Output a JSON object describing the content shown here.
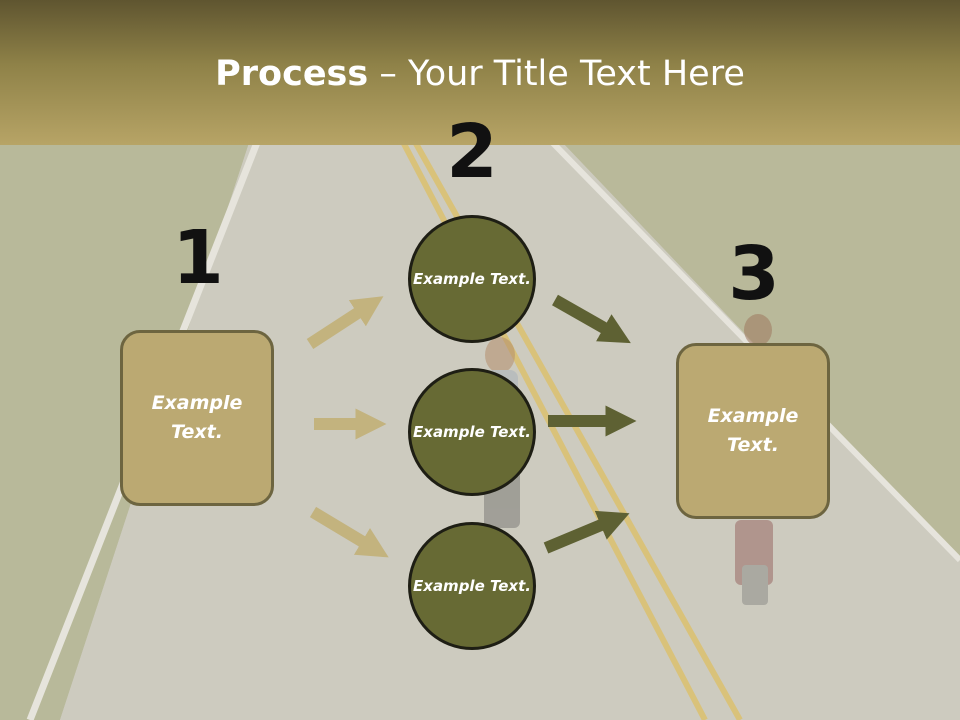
{
  "slide": {
    "title_bold": "Process",
    "title_rest": " – Your Title Text Here"
  },
  "steps": {
    "one": {
      "number": "1",
      "label": "Example Text."
    },
    "two": {
      "number": "2",
      "items": [
        "Example Text.",
        "Example Text.",
        "Example Text."
      ]
    },
    "three": {
      "number": "3",
      "label": "Example Text."
    }
  },
  "colors": {
    "header": "#8f8248",
    "box_fill": "#bba972",
    "circle_fill": "#676a34",
    "arrow_light": "#c3b37e",
    "arrow_dark": "#5e6133"
  }
}
